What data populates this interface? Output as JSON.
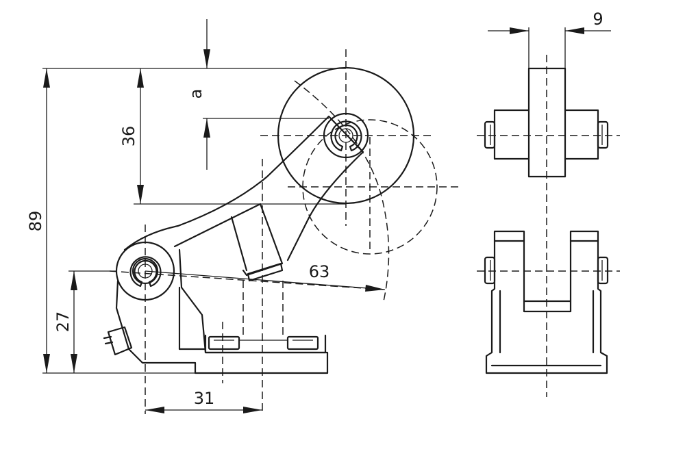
{
  "dimensions": {
    "d89": "89",
    "d36": "36",
    "da": "a",
    "d27": "27",
    "d31": "31",
    "d63": "63",
    "d9": "9"
  },
  "colors": {
    "line": "#1a1a1a",
    "background": "#ffffff"
  }
}
